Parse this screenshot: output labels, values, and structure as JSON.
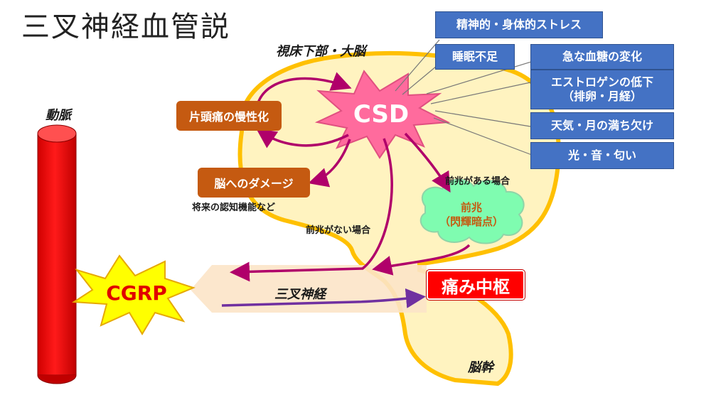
{
  "title": "三叉神経血管説",
  "labels": {
    "hypothalamus_cerebrum": "視床下部・大脳",
    "artery": "動脈",
    "brainstem": "脳幹",
    "trigeminal_nerve": "三叉神経",
    "csd": "CSD",
    "cgrp": "CGRP",
    "pain_center": "痛み中枢",
    "aura_line1": "前兆",
    "aura_line2": "（閃輝暗点）",
    "with_aura": "前兆がある場合",
    "without_aura": "前兆がない場合",
    "future_cognition": "将来の認知機能など"
  },
  "triggers": [
    "精神的・身体的ストレス",
    "睡眠不足",
    "急な血糖の変化",
    "エストロゲンの低下",
    "（排卵・月経）",
    "天気・月の満ち欠け",
    "光・音・匂い"
  ],
  "effects": {
    "chronic": "片頭痛の慢性化",
    "brain_damage": "脳へのダメージ"
  },
  "colors": {
    "brain_fill": "#fff3c0",
    "brain_outline": "#ffc000",
    "arrow": "#b0006a",
    "arrow_blue": "#7030a0",
    "csd_fill": "#ff6b9d",
    "cgrp_fill": "#ffff00",
    "artery": "#ff0000",
    "aura_fill": "#7ffcb0",
    "trigger_box": "#4472c4",
    "effect_box": "#c55a11"
  }
}
